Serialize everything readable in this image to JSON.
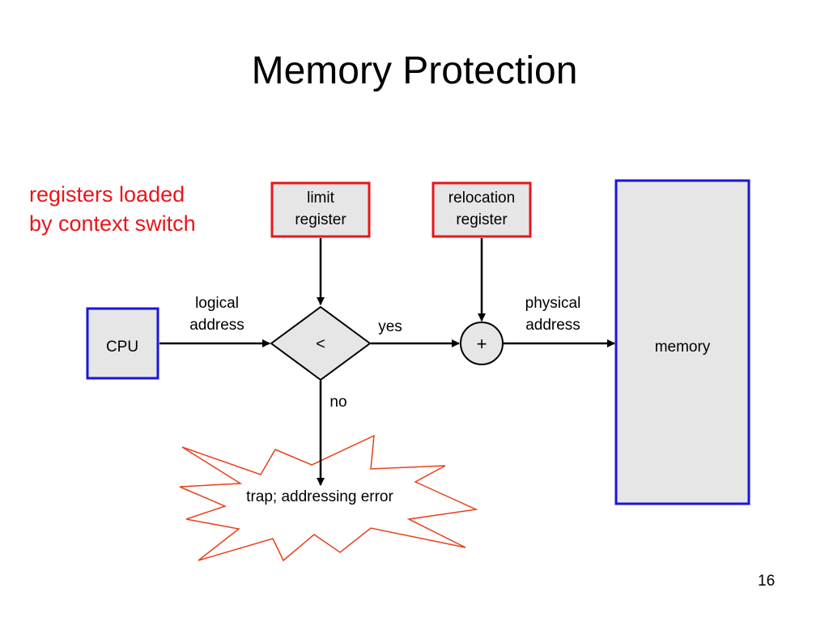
{
  "title": "Memory Protection",
  "note": {
    "line1": "registers loaded",
    "line2": "by context switch"
  },
  "diagram": {
    "cpu_label": "CPU",
    "limit_register": {
      "line1": "limit",
      "line2": "register"
    },
    "relocation_register": {
      "line1": "relocation",
      "line2": "register"
    },
    "logical_address": {
      "line1": "logical",
      "line2": "address"
    },
    "physical_address": {
      "line1": "physical",
      "line2": "address"
    },
    "compare_symbol": "<",
    "add_symbol": "+",
    "yes_label": "yes",
    "no_label": "no",
    "trap_label": "trap; addressing error",
    "memory_label": "memory"
  },
  "colors": {
    "register_border": "#e8161b",
    "box_border": "#1a16d6",
    "box_fill": "#e6e6e6",
    "trap_border": "#e8401b",
    "note_text": "#e8161b"
  },
  "page_number": "16"
}
